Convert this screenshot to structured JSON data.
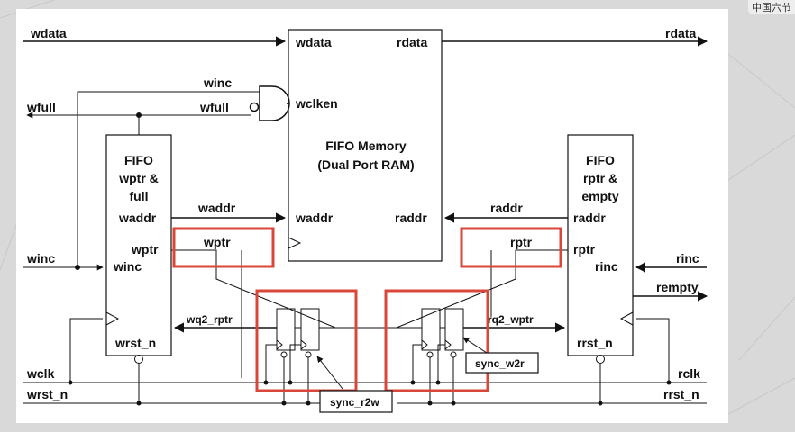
{
  "corner_label": "中国六节",
  "colors": {
    "highlight": "#d9473a",
    "wire": "#111111",
    "background": "#d9d9d9",
    "sheet": "#ffffff"
  },
  "labels": {
    "wdata_in": "wdata",
    "rdata_out": "rdata",
    "winc_top": "winc",
    "wfull_out": "wfull",
    "wfull_gate": "wfull",
    "winc_in": "winc",
    "wclk": "wclk",
    "wrst_n": "wrst_n",
    "rinc_in": "rinc",
    "rempty": "rempty",
    "rclk": "rclk",
    "rrst_n": "rrst_n",
    "waddr_wire": "waddr",
    "raddr_wire": "raddr",
    "wptr_box": "wptr",
    "rptr_box": "rptr",
    "wq2_rptr": "wq2_rptr",
    "rq2_wptr": "rq2_wptr",
    "sync_r2w": "sync_r2w",
    "sync_w2r": "sync_w2r"
  },
  "memory": {
    "title_line1": "FIFO Memory",
    "title_line2": "(Dual Port RAM)",
    "port_wdata": "wdata",
    "port_rdata": "rdata",
    "port_wclken": "wclken",
    "port_waddr": "waddr",
    "port_raddr": "raddr"
  },
  "write_block": {
    "line1": "FIFO",
    "line2": "wptr &",
    "line3": "full",
    "port_waddr": "waddr",
    "port_wptr": "wptr",
    "port_winc": "winc",
    "port_wrst_n": "wrst_n"
  },
  "read_block": {
    "line1": "FIFO",
    "line2": "rptr &",
    "line3": "empty",
    "port_raddr": "raddr",
    "port_rptr": "rptr",
    "port_rinc": "rinc",
    "port_rrst_n": "rrst_n"
  }
}
